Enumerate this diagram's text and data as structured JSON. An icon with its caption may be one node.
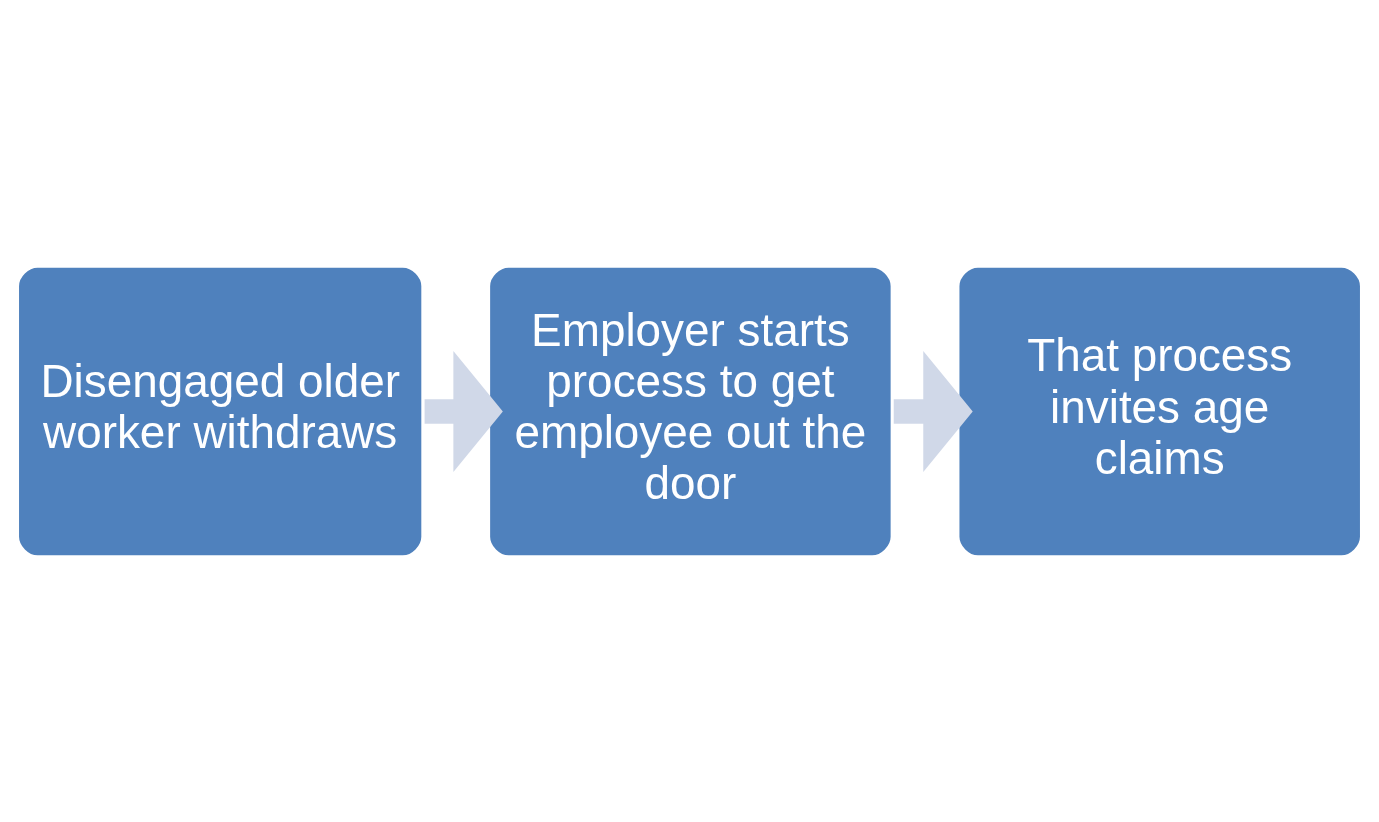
{
  "diagram": {
    "nodes": [
      {
        "text": [
          "Disengaged older worker withdraws"
        ]
      },
      {
        "text": [
          "Employer starts process to get employee out the door"
        ]
      },
      {
        "text": [
          "That process invites age claims"
        ]
      }
    ],
    "edges": [
      {
        "from": 0,
        "to": 1,
        "arrow": "to",
        "color": "#d0d8e8"
      },
      {
        "from": 1,
        "to": 2,
        "arrow": "to",
        "color": "#d0d8e8"
      }
    ]
  }
}
